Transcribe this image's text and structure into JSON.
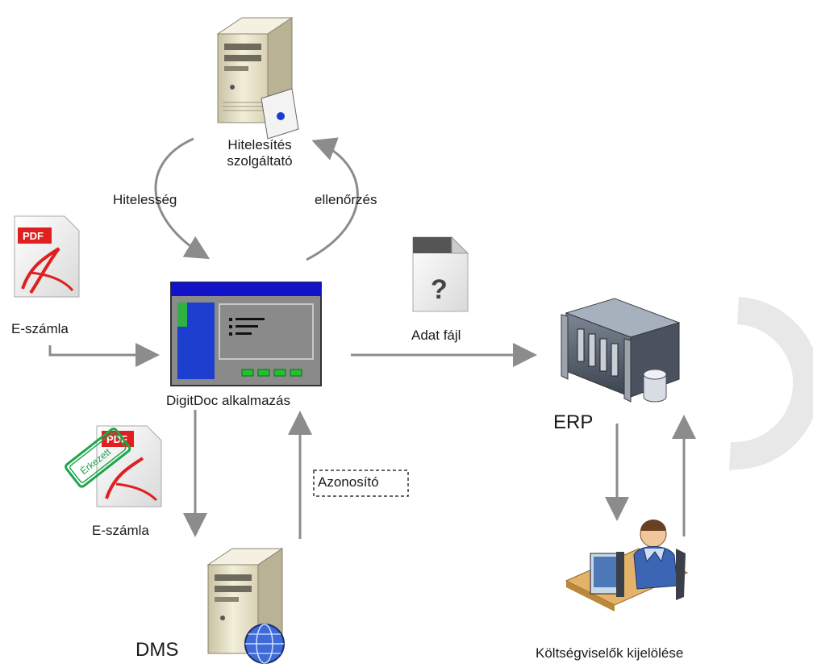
{
  "nodes": {
    "auth_server": {
      "label_line1": "Hitelesítés",
      "label_line2": "szolgáltató"
    },
    "app": {
      "label": "DigitDoc alkalmazás"
    },
    "erp": {
      "label": "ERP"
    },
    "dms": {
      "label": "DMS"
    },
    "operator": {
      "label": "Költségviselők kijelölése"
    },
    "invoice_in": {
      "label": "E-számla",
      "badge": "PDF"
    },
    "invoice_stamped": {
      "label": "E-számla",
      "badge": "PDF",
      "stamp": "Érkezett"
    },
    "data_file": {
      "label": "Adat fájl",
      "glyph": "?"
    }
  },
  "edges": {
    "authenticity": "Hitelesség",
    "verification": "ellenőrzés",
    "identifier": "Azonosító"
  },
  "colors": {
    "arrow": "#8c8c8c",
    "window_title": "#1212c8",
    "window_body": "#8a8a8a",
    "pdf_red": "#e02020",
    "stamp_green": "#1fa64a",
    "server_beige": "#e8e2c8"
  },
  "icons": [
    "server-icon",
    "window-app-icon",
    "pdf-file-icon",
    "unknown-file-icon",
    "rack-server-icon",
    "database-icon",
    "globe-icon",
    "operator-workstation-icon"
  ]
}
